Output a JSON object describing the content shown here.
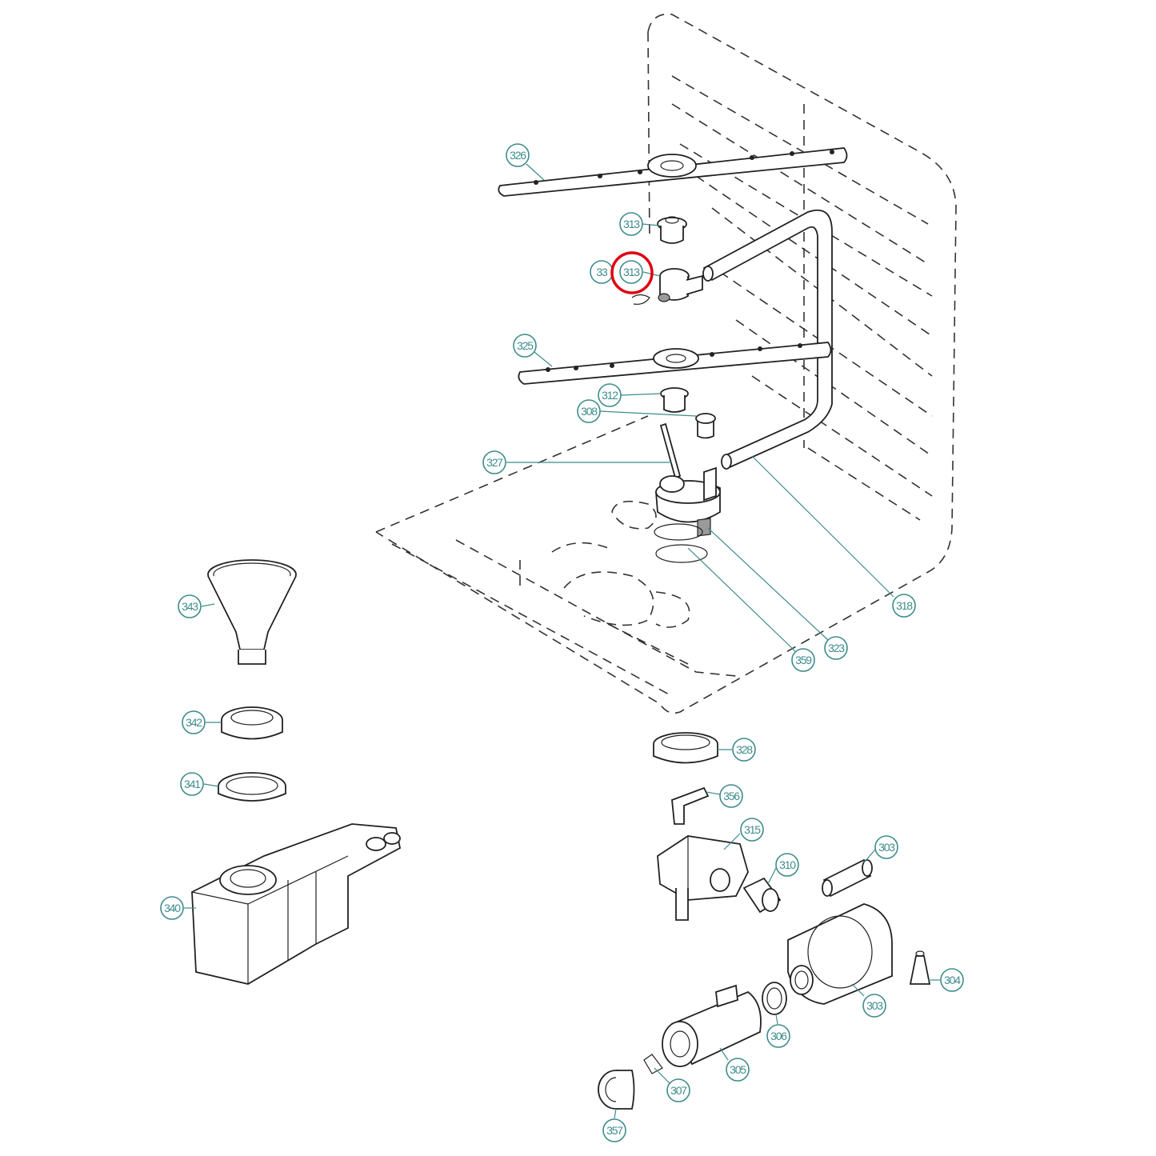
{
  "callouts": [
    {
      "id": "c326",
      "label": "326"
    },
    {
      "id": "c313a",
      "label": "313"
    },
    {
      "id": "c313b",
      "label": "313"
    },
    {
      "id": "c33x",
      "label": "33"
    },
    {
      "id": "c325",
      "label": "325"
    },
    {
      "id": "c312",
      "label": "312"
    },
    {
      "id": "c308",
      "label": "308"
    },
    {
      "id": "c327",
      "label": "327"
    },
    {
      "id": "c318",
      "label": "318"
    },
    {
      "id": "c323",
      "label": "323"
    },
    {
      "id": "c359",
      "label": "359"
    },
    {
      "id": "c343",
      "label": "343"
    },
    {
      "id": "c342",
      "label": "342"
    },
    {
      "id": "c341",
      "label": "341"
    },
    {
      "id": "c340",
      "label": "340"
    },
    {
      "id": "c328",
      "label": "328"
    },
    {
      "id": "c356",
      "label": "356"
    },
    {
      "id": "c315",
      "label": "315"
    },
    {
      "id": "c310",
      "label": "310"
    },
    {
      "id": "c303a",
      "label": "303"
    },
    {
      "id": "c303b",
      "label": "303"
    },
    {
      "id": "c304",
      "label": "304"
    },
    {
      "id": "c306",
      "label": "306"
    },
    {
      "id": "c305",
      "label": "305"
    },
    {
      "id": "c307",
      "label": "307"
    },
    {
      "id": "c357",
      "label": "357"
    }
  ],
  "highlight_target": "313",
  "colors": {
    "callout": "#3e8c8c",
    "highlight": "#e0000f",
    "line": "#222222"
  }
}
